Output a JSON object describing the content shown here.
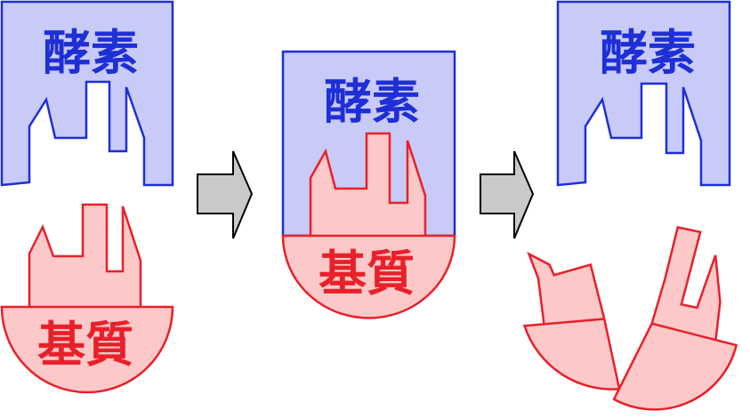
{
  "labels": {
    "enzyme": "酵素",
    "substrate": "基質"
  },
  "colors": {
    "enzyme_fill": "#c8caf7",
    "enzyme_stroke": "#1e2fd6",
    "substrate_fill": "#fcc8c8",
    "substrate_stroke": "#e8202a",
    "arrow_fill": "#c9c9c9"
  },
  "stages": [
    {
      "name": "separate"
    },
    {
      "name": "bound"
    },
    {
      "name": "split"
    }
  ]
}
